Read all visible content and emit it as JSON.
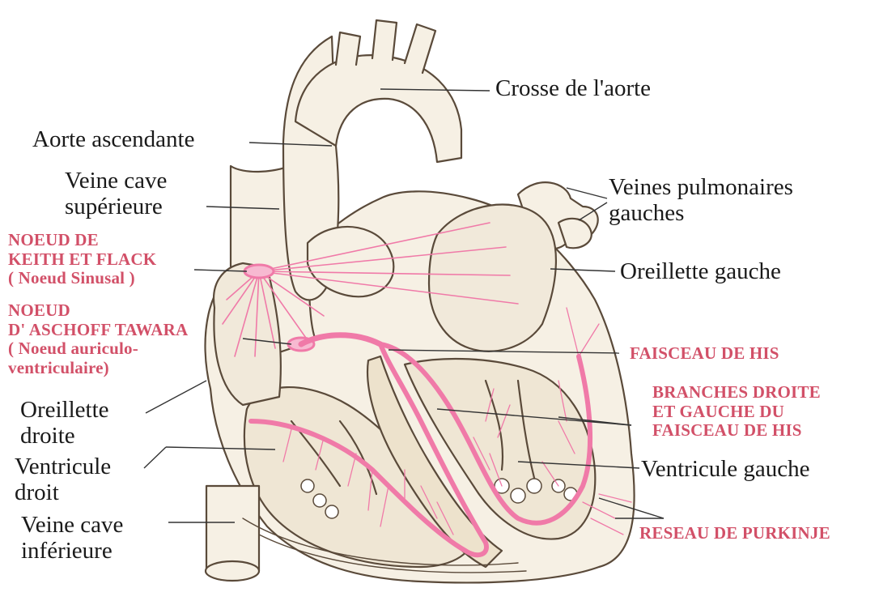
{
  "labels": {
    "crosse": "Crosse de l'aorte",
    "aorte_ascendante": "Aorte ascendante",
    "veine_cave_sup": [
      "Veine cave",
      "supérieure"
    ],
    "veines_pulm": [
      "Veines pulmonaires",
      "gauches"
    ],
    "oreillette_gauche": "Oreillette gauche",
    "oreillette_droite": [
      "Oreillette",
      "droite"
    ],
    "ventricule_droit": [
      "Ventricule",
      "droit"
    ],
    "veine_cave_inf": [
      "Veine cave",
      "inférieure"
    ],
    "ventricule_gauche": "Ventricule gauche"
  },
  "conduction_labels": {
    "noeud_keith": [
      "NOEUD DE",
      "KEITH ET FLACK",
      "( Noeud Sinusal )"
    ],
    "noeud_aschoff": [
      "NOEUD",
      "D' ASCHOFF TAWARA",
      "( Noeud auriculo-",
      "ventriculaire)"
    ],
    "faisceau_his": "FAISCEAU DE HIS",
    "branches": [
      "BRANCHES DROITE",
      "ET GAUCHE DU",
      "FAISCEAU DE HIS"
    ],
    "purkinje": "RESEAU DE PURKINJE"
  },
  "colors": {
    "anatomy_label": "#1a1a1a",
    "conduction_label": "#d25068",
    "conduction_pathway": "#f07aa8",
    "outline": "#5a4a3a",
    "tissue_fill": "#f6f0e4"
  }
}
